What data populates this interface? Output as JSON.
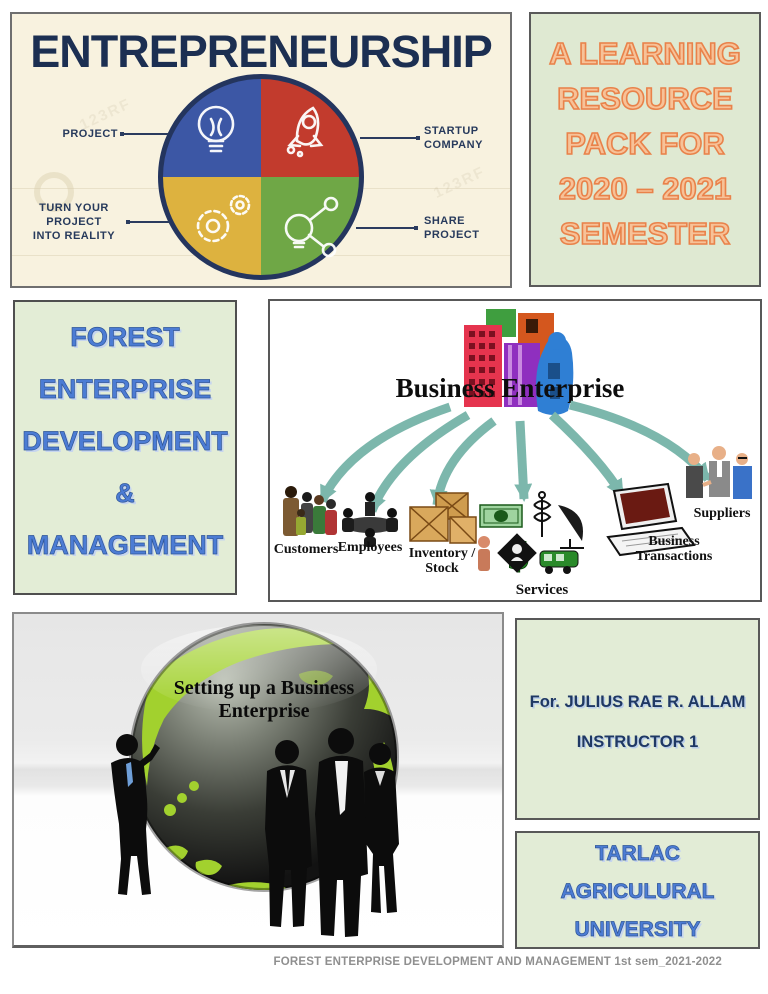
{
  "colors": {
    "cream_background": "#f8f2df",
    "panel_green": "#e2ecd6",
    "accent_orange": "#ed7d31",
    "accent_blue": "#4472c4",
    "navy": "#1f3864",
    "arrow_teal": "#7cb7ac",
    "quadrant_blue": "#3c57a5",
    "quadrant_red": "#c23b2d",
    "quadrant_yellow": "#ddb23f",
    "quadrant_green": "#6fa746",
    "footer_gray": "#8f8f8f"
  },
  "entrepreneurship": {
    "title": "ENTREPRENEURSHIP",
    "label_project": "PROJECT",
    "label_startup_1": "STARTUP",
    "label_startup_2": "COMPANY",
    "label_turn_1": "TURN YOUR",
    "label_turn_2": "PROJECT",
    "label_turn_3": "INTO REALITY",
    "label_share_1": "SHARE",
    "label_share_2": "PROJECT",
    "watermark": "123RF"
  },
  "resource_pack": {
    "line1": "A LEARNING",
    "line2": "RESOURCE",
    "line3": "PACK FOR",
    "line4": "2020 – 2021",
    "line5": "SEMESTER"
  },
  "course": {
    "line1": "FOREST",
    "line2": "ENTERPRISE",
    "line3": "DEVELOPMENT",
    "line4": "&",
    "line5": "MANAGEMENT"
  },
  "business_diagram": {
    "title": "Business Enterprise",
    "dollar_symbol": "$",
    "nodes": {
      "customers": "Customers",
      "employees": "Employees",
      "inventory_1": "Inventory /",
      "inventory_2": "Stock",
      "services": "Services",
      "transactions_1": "Business",
      "transactions_2": "Transactions",
      "suppliers": "Suppliers"
    }
  },
  "globe": {
    "caption_line1": "Setting up a Business",
    "caption_line2": "Enterprise"
  },
  "instructor": {
    "line1": "For. JULIUS RAE R. ALLAM",
    "line2": "INSTRUCTOR 1"
  },
  "university": {
    "line1": "TARLAC",
    "line2": "AGRICULURAL",
    "line3": "UNIVERSITY"
  },
  "footer": {
    "text": "FOREST ENTERPRISE DEVELOPMENT AND MANAGEMENT 1st sem_2021-2022"
  }
}
